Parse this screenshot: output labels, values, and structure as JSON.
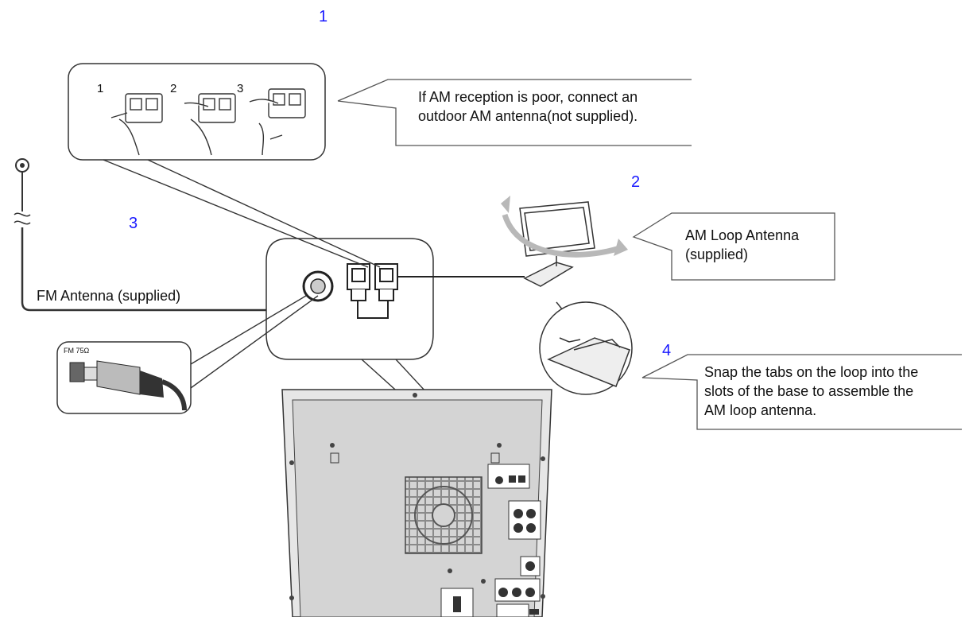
{
  "steps": {
    "s1": "1",
    "s2": "2",
    "s3": "3",
    "s4": "4"
  },
  "inset": {
    "sub1": "1",
    "sub2": "2",
    "sub3": "3"
  },
  "callouts": {
    "am_outdoor_line1": "If AM reception is poor, connect an",
    "am_outdoor_line2": "outdoor AM antenna(not supplied).",
    "am_loop_line1": "AM Loop Antenna",
    "am_loop_line2": "(supplied)",
    "snap_line1": "Snap the tabs on the loop into the",
    "snap_line2": "slots of the base to assemble the",
    "snap_line3": "AM loop antenna."
  },
  "labels": {
    "fm_antenna": "FM Antenna (supplied)",
    "fm_terminal": "FM 75Ω"
  },
  "icons": [
    "push-terminal-icon",
    "fm-antenna-connector-icon",
    "am-loop-antenna-icon",
    "coax-plug-icon",
    "rotate-arrow-icon",
    "cooling-fan-icon"
  ],
  "colors": {
    "step_number": "#1a1aff",
    "line": "#222222",
    "panel": "#d9d9d9"
  }
}
